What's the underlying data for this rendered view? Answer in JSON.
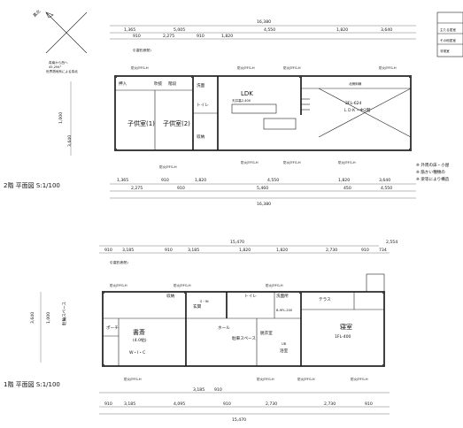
{
  "north": {
    "label": "真北",
    "deviation_text": "真南から西へ\n45.294°\n世界測地系による真北"
  },
  "floor2": {
    "title": "2階 平面図 S:1/100",
    "total_top": "16,380",
    "dims_top": [
      "1,365",
      "5,005",
      "4,550",
      "1,820",
      "3,640"
    ],
    "dims_top2": [
      "910",
      "2,275",
      "910",
      "1,820"
    ],
    "total_bottom": "16,380",
    "dims_bottom": [
      "2,275",
      "910",
      "5,460",
      "450",
      "4,550"
    ],
    "dims_bottom2": [
      "1,365",
      "910",
      "1,820",
      "4,550",
      "1,820",
      "3,640"
    ],
    "side_dims": [
      "1,000",
      "3,640"
    ],
    "rooms": {
      "child1": "子供室(1)",
      "child2": "子供室(2)",
      "toilet": "トイレ",
      "wash": "洗面",
      "storage": "収納",
      "stair": "階段",
      "closet": "押入",
      "ldk": "LDK",
      "kitchen_note": "天井高2,400",
      "ldk_level": "2FL-624",
      "ldk_sub": "ＬＤＫ・中2階",
      "hall": "吹抜",
      "north_room": "北側斜線"
    },
    "window_labels": [
      "引違窓(断熱)",
      "防火戸FG-H",
      "防火戸FG-H",
      "防火戸FG-H",
      "防火戸FG-H",
      "防火戸FG-H",
      "防火戸FG-H",
      "防火戸FG-H",
      "防火戸FG-H"
    ]
  },
  "floor1": {
    "title": "1階 平面図 S:1/100",
    "total_top": "15,470",
    "dims_top": [
      "910",
      "3,185",
      "910",
      "3,185",
      "1,820",
      "1,820",
      "2,730",
      "910",
      "734"
    ],
    "dims_top_extra": "2,554",
    "total_bottom": "15,470",
    "dims_bottom": [
      "910",
      "3,185",
      "4,095",
      "910",
      "2,730",
      "2,730",
      "910"
    ],
    "dims_bottom2": [
      "3,185",
      "910"
    ],
    "side_dims": [
      "3,640",
      "1,000"
    ],
    "rooms": {
      "genkan": "玄関",
      "shoes": "S・IN",
      "toilet": "トイレ",
      "hall": "ホール",
      "bath": "浴室",
      "wash": "洗面所",
      "storage": "収納",
      "washroom": "脱衣室",
      "bedroom": "寝室",
      "level": "1FL-400",
      "study": "書斎",
      "study_size": "(4.0帖)",
      "wic": "W・I・C",
      "porch": "ポーチ",
      "parking": "駐車スペース",
      "terrace": "テラス",
      "ub": "UB",
      "step": "B-9FL-200"
    },
    "window_labels": [
      "引違窓(断熱)",
      "防火戸FG-H",
      "防火戸FG-H",
      "防火戸FG-H",
      "防火戸FG-H",
      "防火戸FG-H",
      "防火戸FG-H",
      "防火戸FG-H"
    ],
    "side_label": "駐輪スペース"
  },
  "notes": [
    "※ 外周の床・小屋",
    "※ 筋かい種類の",
    "※ 梁等により構造"
  ],
  "right_table": [
    "主たる居室",
    "その他居室",
    "非常室"
  ]
}
